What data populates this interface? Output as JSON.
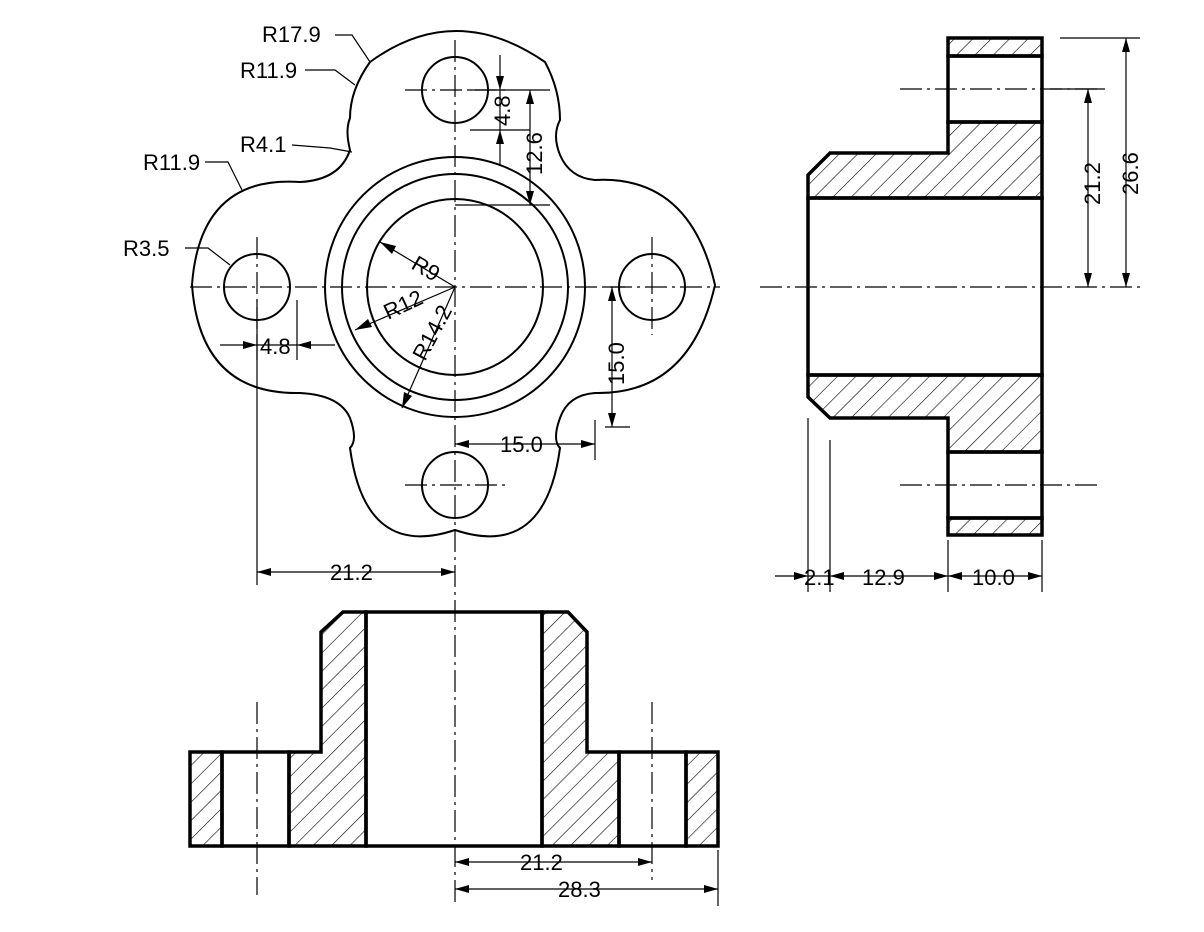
{
  "front_view": {
    "radius_labels": {
      "r17_9": "R17.9",
      "r11_9_top": "R11.9",
      "r4_1": "R4.1",
      "r11_9_left": "R11.9",
      "r3_5": "R3.5",
      "r9": "R9",
      "r12": "R12",
      "r14_2": "R14.2"
    },
    "linear_labels": {
      "d4_8_vert": "4.8",
      "d12_6": "12.6",
      "d4_8_horiz": "4.8",
      "d15_0_vert": "15.0",
      "d15_0_horiz": "15.0",
      "d21_2": "21.2"
    }
  },
  "side_view": {
    "labels": {
      "d21_2": "21.2",
      "d26_6": "26.6",
      "d2_1": "2.1",
      "d12_9": "12.9",
      "d10_0": "10.0"
    }
  },
  "section_view": {
    "labels": {
      "d21_2": "21.2",
      "d28_3": "28.3"
    }
  }
}
